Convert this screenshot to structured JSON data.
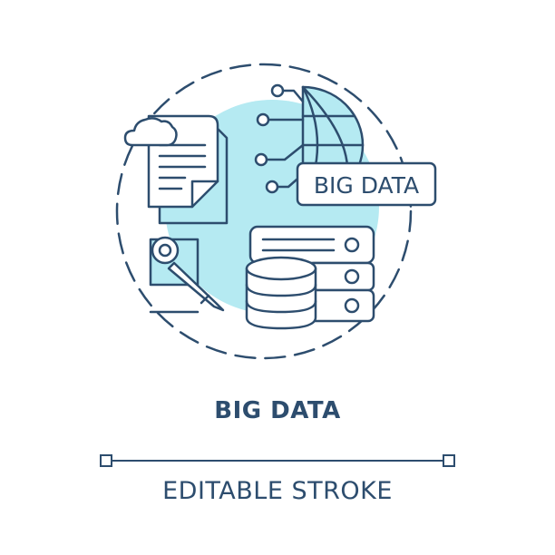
{
  "icon": {
    "name": "big-data-concept-icon",
    "tag_text": "BIG DATA"
  },
  "title": "BIG DATA",
  "subtitle": "EDITABLE STROKE",
  "colors": {
    "stroke": "#2d4d6e",
    "fill": "#b5eaf2",
    "background": "#ffffff"
  }
}
